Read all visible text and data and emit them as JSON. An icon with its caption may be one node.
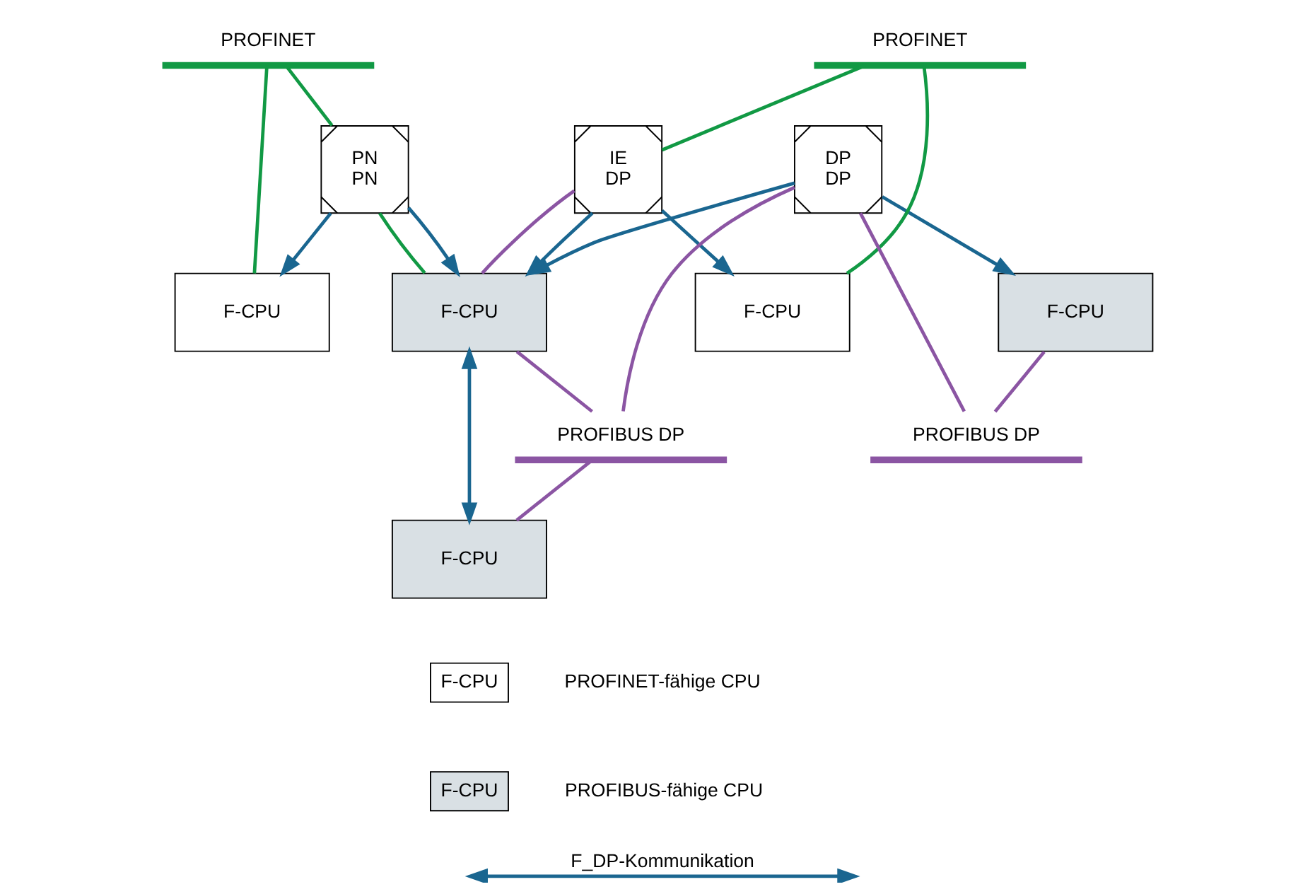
{
  "diagram": {
    "nodes": [
      {
        "text": [
          "PN",
          "PN"
        ]
      },
      {
        "text": [
          "F-CPU"
        ]
      },
      {
        "text": [
          "IE",
          "DP"
        ]
      },
      {
        "text": [
          "F-CPU"
        ]
      },
      {
        "text": [
          "F-CPU"
        ]
      },
      {
        "text": [
          "DP",
          "DP"
        ]
      },
      {
        "text": [
          "F-CPU"
        ]
      },
      {
        "text": [
          "F-CPU"
        ]
      },
      {
        "text": [
          "PROFINET"
        ]
      },
      {
        "text": [
          "PROFINET"
        ]
      },
      {
        "text": [
          "PROFIBUS DP"
        ]
      },
      {
        "text": [
          "PROFIBUS DP"
        ]
      },
      {
        "text": [
          "F-CPU"
        ],
        "beside": [
          "PROFINET-fähige CPU"
        ]
      },
      {
        "text": [
          "F-CPU"
        ],
        "beside": [
          "PROFIBUS-fähige CPU"
        ]
      }
    ],
    "edges": [
      {
        "from": 8,
        "to": 1,
        "arrow": "none",
        "color": "#119944"
      },
      {
        "from": 8,
        "to": 0,
        "arrow": "none",
        "color": "#119944"
      },
      {
        "from": 0,
        "to": 6,
        "arrow": "none",
        "color": "#119944"
      },
      {
        "from": 9,
        "to": 2,
        "arrow": "none",
        "color": "#119944"
      },
      {
        "from": 9,
        "to": 3,
        "arrow": "none",
        "color": "#119944"
      },
      {
        "from": 2,
        "to": 6,
        "arrow": "none",
        "color": "#8b55a3"
      },
      {
        "from": 4,
        "to": 10,
        "arrow": "none",
        "color": "#8b55a3"
      },
      {
        "from": 10,
        "to": 5,
        "arrow": "none",
        "color": "#8b55a3"
      },
      {
        "from": 5,
        "to": 11,
        "arrow": "none",
        "color": "#8b55a3"
      },
      {
        "from": 6,
        "to": 11,
        "arrow": "none",
        "color": "#8b55a3"
      },
      {
        "from": 11,
        "to": 7,
        "arrow": "none",
        "color": "#8b55a3"
      },
      {
        "from": 0,
        "to": 1,
        "arrow": "to"
      },
      {
        "from": 0,
        "to": 6,
        "arrow": "to"
      },
      {
        "from": 2,
        "to": 3,
        "arrow": "to"
      },
      {
        "from": 2,
        "to": 6,
        "arrow": "to"
      },
      {
        "from": 5,
        "to": 4,
        "arrow": "to"
      },
      {
        "from": 5,
        "to": 6,
        "arrow": "to"
      },
      {
        "from": 6,
        "to": 7,
        "arrow": "both"
      }
    ],
    "legend": [
      {
        "text": "F_DP-Kommunikation"
      }
    ]
  }
}
